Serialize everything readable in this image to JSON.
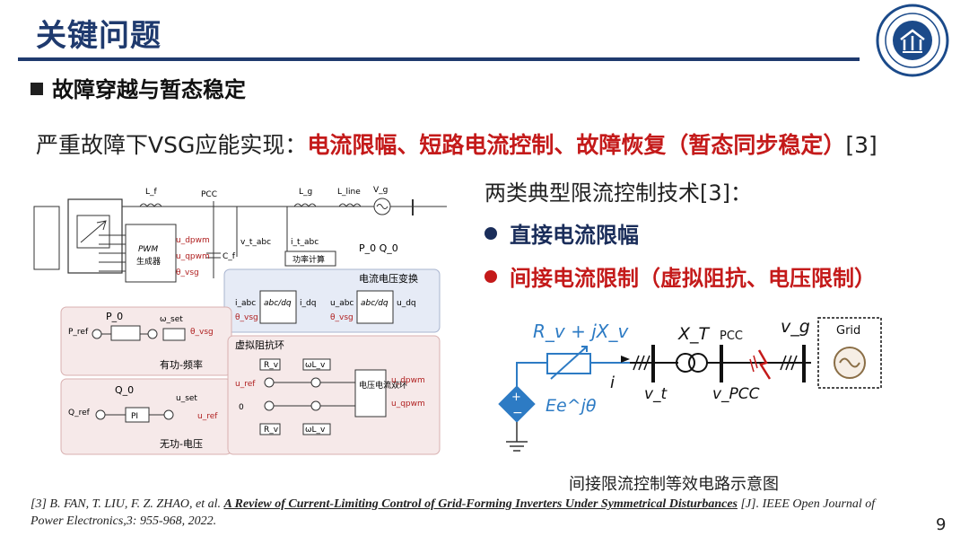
{
  "header": {
    "title": "关键问题"
  },
  "section": {
    "title": "故障穿越与暂态稳定"
  },
  "headline": {
    "prefix": "严重故障下VSG应能实现：",
    "highlight": "电流限幅、短路电流控制、故障恢复（暂态同步稳定）",
    "suffix": "[3]"
  },
  "techniques": {
    "intro": "两类典型限流控制技术[3]：",
    "items": [
      {
        "label": "直接电流限幅",
        "color": "#1a2d5a"
      },
      {
        "label": "间接电流限制（虚拟阻抗、电压限制）",
        "color": "#c41a1a"
      }
    ]
  },
  "control_diagram": {
    "labels": {
      "lf": "L_f",
      "pcc": "PCC",
      "lg": "L_g",
      "lline": "L_line",
      "vg": "V_g",
      "cf": "C_f",
      "vabc": "v_t_abc",
      "iabc": "i_t_abc",
      "power": "P_0 Q_0",
      "pwm": "PWM",
      "pwm_cn": "生成器",
      "calc": "功率计算",
      "trans_title": "电流电压变换",
      "active": "有功-频率",
      "reactive": "无功-电压",
      "vimp": "虚拟阻抗环",
      "loop": "电压电流双环",
      "abcdq": "abc/dq",
      "iabc_in": "i_abc",
      "idq": "i_dq",
      "uabc_in": "u_abc",
      "udq": "u_dq",
      "theta": "θ_vsg",
      "p0": "P_0",
      "pref": "P_ref",
      "wset": "ω_set",
      "q0": "Q_0",
      "qref": "Q_ref",
      "uset": "u_set",
      "uref": "u_ref",
      "pi": "PI",
      "rv": "R_v",
      "wlv": "ωL_v",
      "zero": "0",
      "udpwm": "u_dpwm",
      "uqpwm": "u_qpwm"
    }
  },
  "circuit": {
    "impedance": "R_v + jX_v",
    "source": "Ee^jθ",
    "current": "i",
    "xt": "X_T",
    "pcc": "PCC",
    "vg": "v_g",
    "vt": "v_t",
    "vpcc": "v_PCC",
    "grid": "Grid"
  },
  "caption": "间接限流控制等效电路示意图",
  "reference": {
    "prefix": "[3] B. FAN, T. LIU, F. Z. ZHAO, et al. ",
    "title": "A Review of Current-Limiting Control of Grid-Forming Inverters Under Symmetrical Disturbances",
    "suffix": " [J]. IEEE Open Journal of Power Electronics,3: 955-968, 2022."
  },
  "page": {
    "number": "9"
  },
  "colors": {
    "accent_blue": "#1f3a6e",
    "accent_red": "#c41a1a",
    "circuit_blue": "#2d7bc4"
  },
  "icons": {
    "logo": "university-seal-icon"
  }
}
